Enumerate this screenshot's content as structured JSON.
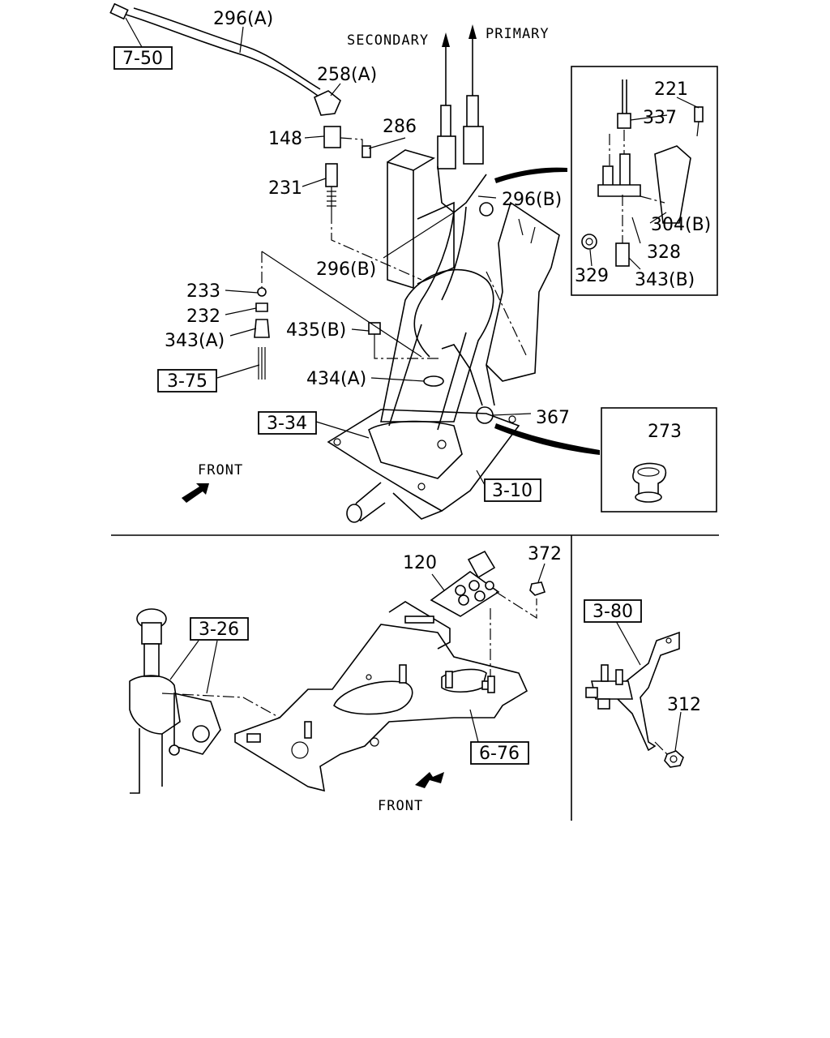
{
  "direction_labels": {
    "secondary": "SECONDARY",
    "primary": "PRIMARY",
    "front_upper": "FRONT",
    "front_lower": "FRONT"
  },
  "callouts": {
    "c296a": "296(A)",
    "c258a": "258(A)",
    "c148": "148",
    "c286": "286",
    "c231": "231",
    "c296b_1": "296(B)",
    "c296b_2": "296(B)",
    "c233": "233",
    "c232": "232",
    "c343a": "343(A)",
    "c435b": "435(B)",
    "c434a": "434(A)",
    "c367": "367",
    "c221": "221",
    "c337": "337",
    "c304b": "304(B)",
    "c328": "328",
    "c329": "329",
    "c343b": "343(B)",
    "c273": "273",
    "c120": "120",
    "c372": "372",
    "c312": "312"
  },
  "references": {
    "r7_50": "7-50",
    "r3_75": "3-75",
    "r3_34": "3-34",
    "r3_10": "3-10",
    "r3_26": "3-26",
    "r6_76": "6-76",
    "r3_80": "3-80"
  }
}
